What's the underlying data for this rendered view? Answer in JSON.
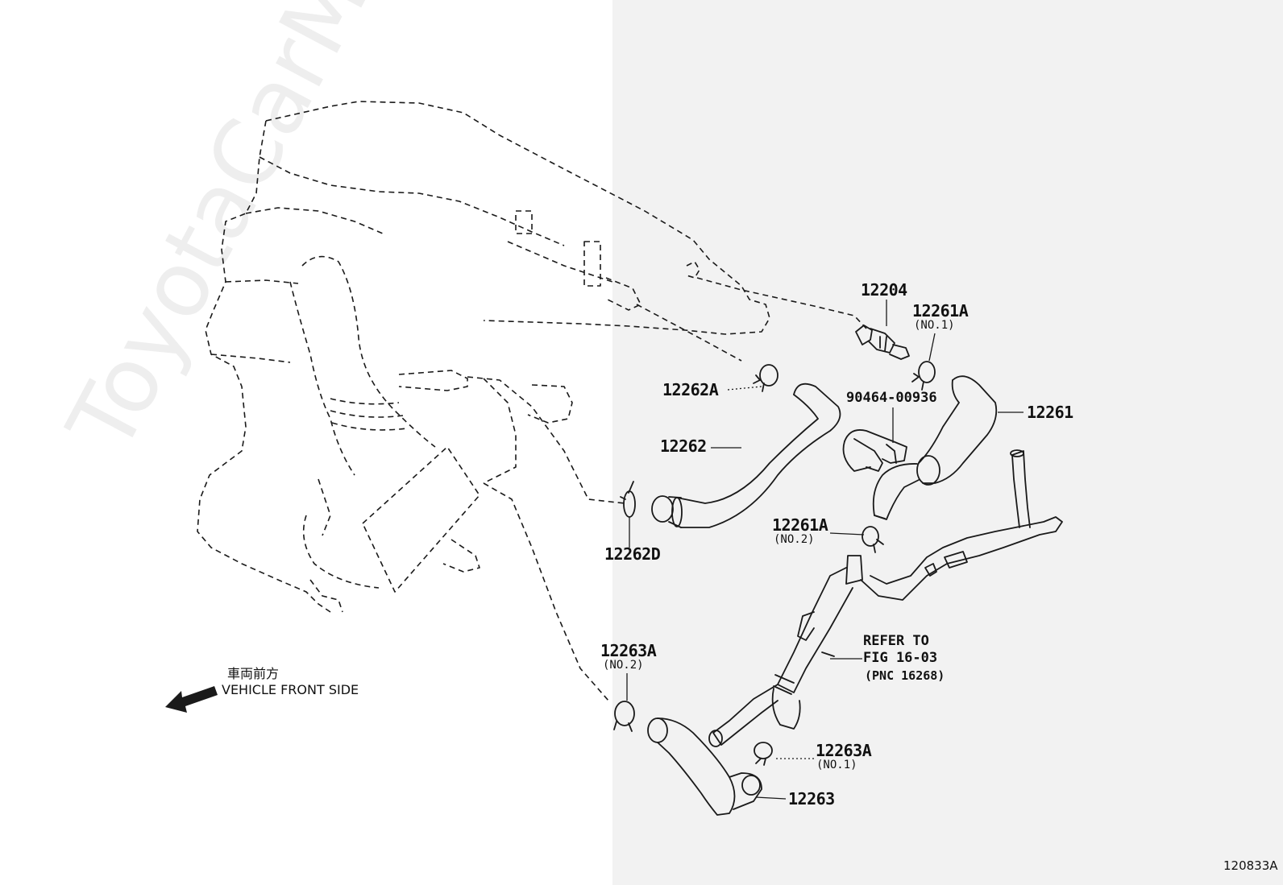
{
  "labels": {
    "p12204": "12204",
    "p12261A_1": "12261A",
    "p12261A_1_sub": "(NO.1)",
    "p12262A": "12262A",
    "p90464": "90464-00936",
    "p12261": "12261",
    "p12262": "12262",
    "p12261A_2": "12261A",
    "p12261A_2_sub": "(NO.2)",
    "p12262D": "12262D",
    "p12263A_2": "12263A",
    "p12263A_2_sub": "(NO.2)",
    "refer_line1": "REFER TO",
    "refer_line2": "FIG 16-03",
    "refer_line3": "(PNC 16268)",
    "p12263A_1": "12263A",
    "p12263A_1_sub": "(NO.1)",
    "p12263": "12263"
  },
  "front_marker": {
    "jp": "車両前方",
    "en": "VEHICLE FRONT SIDE"
  },
  "watermark": "ToyotaCarMine.ru",
  "figure_id": "120833A",
  "colors": {
    "line": "#1a1a1a",
    "right_panel": "#f2f2f2"
  }
}
